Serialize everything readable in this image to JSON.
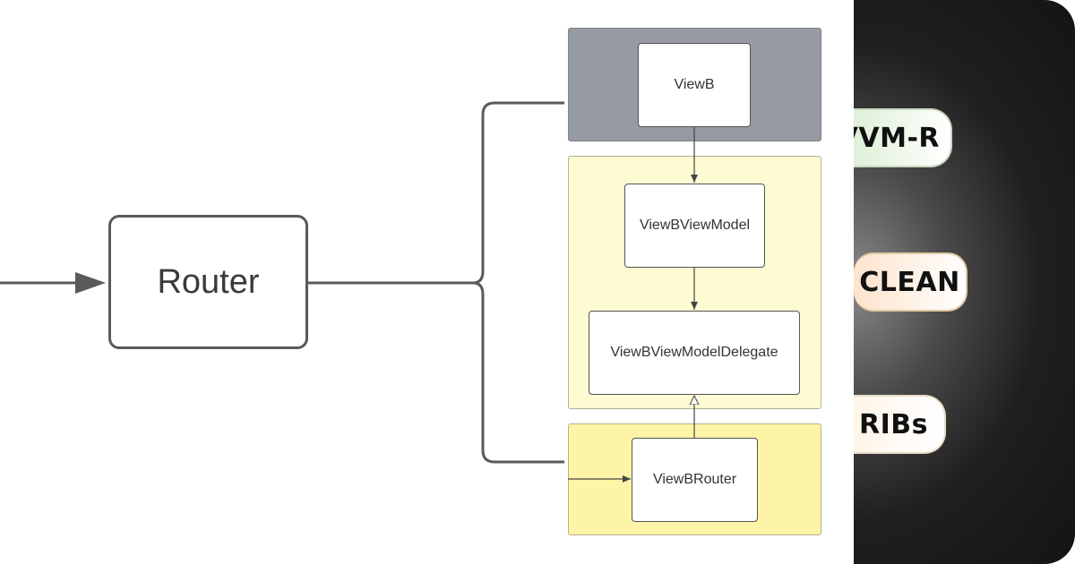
{
  "diagram": {
    "router_label": "Router",
    "nodes": {
      "view_b": "ViewB",
      "view_b_view_model": "ViewBViewModel",
      "view_b_view_model_delegate": "ViewBViewModelDelegate",
      "view_b_router": "ViewBRouter"
    }
  },
  "side_panel": {
    "items": [
      "MVVM-R",
      "CLEAN",
      "RIBs"
    ]
  },
  "colors": {
    "gray_panel": "#969aa3",
    "yellow_panel": "#fdfbd2",
    "yellow_panel_2": "#fdf4a8",
    "line": "#5a5a5a"
  }
}
